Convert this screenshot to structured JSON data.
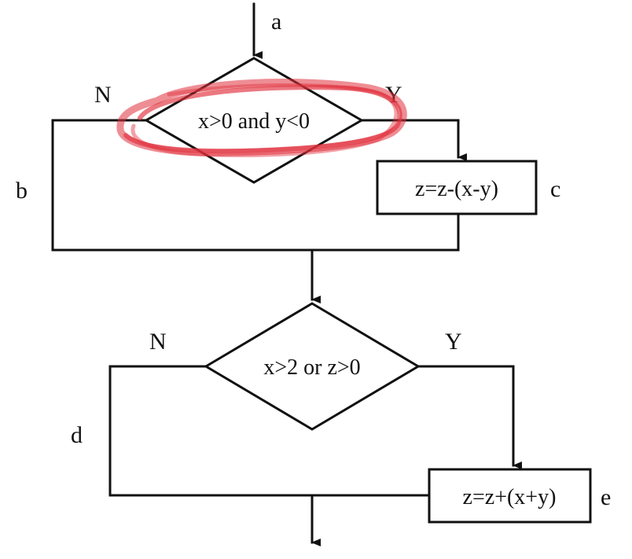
{
  "flowchart": {
    "labels": {
      "a": "a",
      "b": "b",
      "c": "c",
      "d": "d",
      "e": "e"
    },
    "decision1": {
      "text": "x>0 and y<0",
      "no_label": "N",
      "yes_label": "Y"
    },
    "process1": {
      "text": "z=z-(x-y)"
    },
    "decision2": {
      "text": "x>2 or z>0",
      "no_label": "N",
      "yes_label": "Y"
    },
    "process2": {
      "text": "z=z+(x+y)"
    }
  },
  "colors": {
    "line": "#111111",
    "highlight": "#e0303c",
    "background": "#ffffff"
  }
}
